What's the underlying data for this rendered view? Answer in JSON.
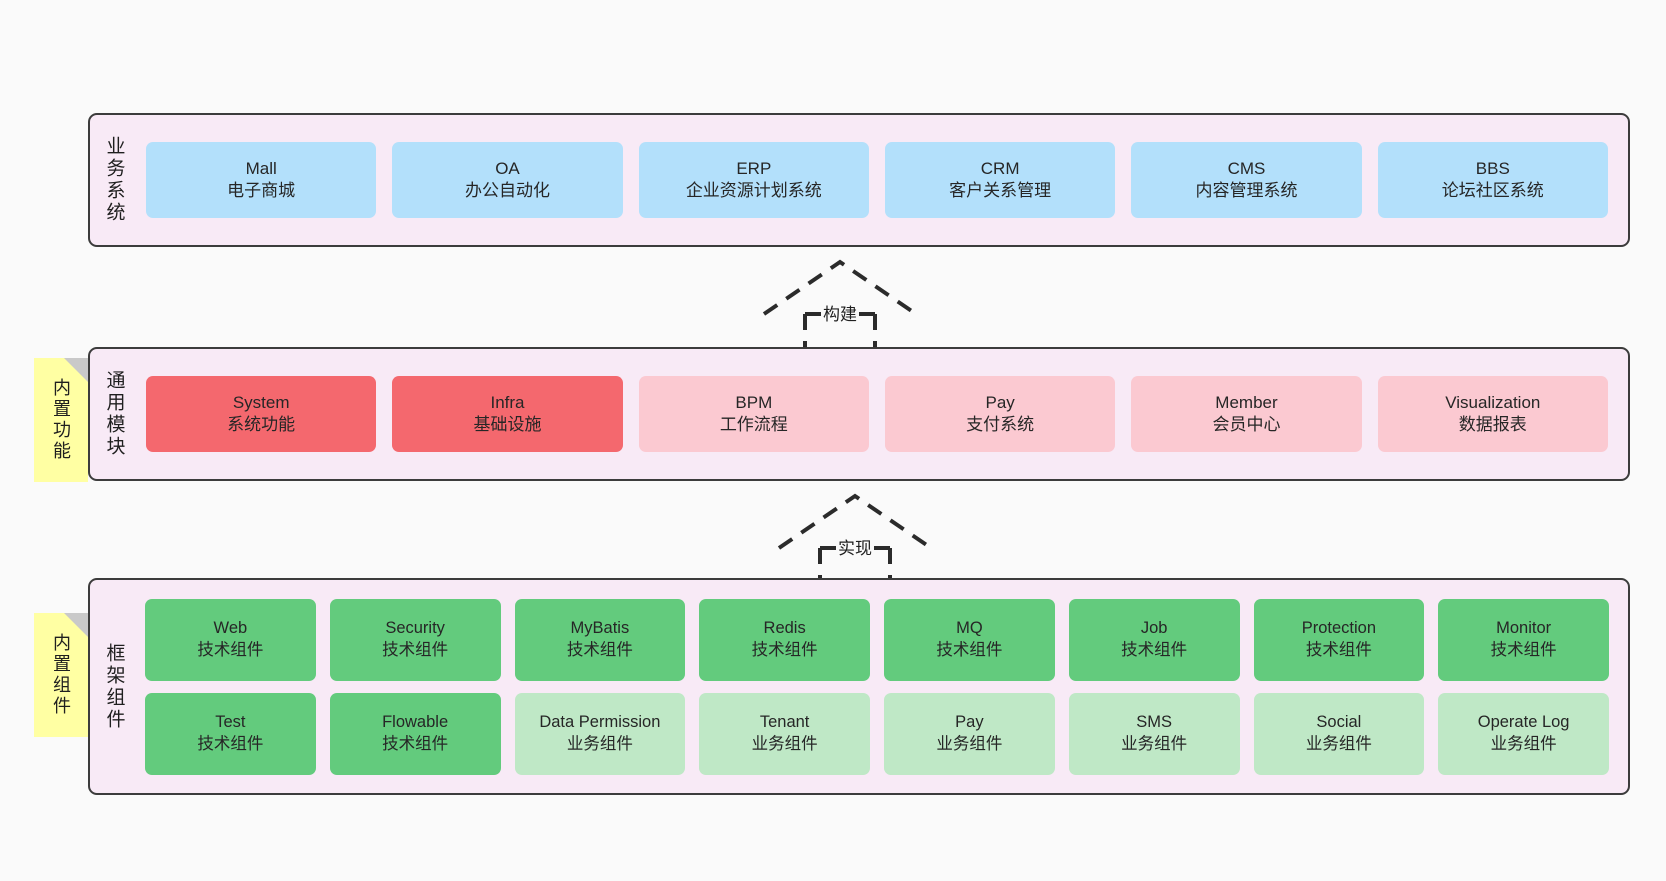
{
  "layers": [
    {
      "id": "business-system",
      "label": "业务系统",
      "nodes": [
        {
          "name": "Mall",
          "sub": "电子商城"
        },
        {
          "name": "OA",
          "sub": "办公自动化"
        },
        {
          "name": "ERP",
          "sub": "企业资源计划系统"
        },
        {
          "name": "CRM",
          "sub": "客户关系管理"
        },
        {
          "name": "CMS",
          "sub": "内容管理系统"
        },
        {
          "name": "BBS",
          "sub": "论坛社区系统"
        }
      ]
    },
    {
      "id": "common-modules",
      "label": "通用模块",
      "nodes": [
        {
          "name": "System",
          "sub": "系统功能"
        },
        {
          "name": "Infra",
          "sub": "基础设施"
        },
        {
          "name": "BPM",
          "sub": "工作流程"
        },
        {
          "name": "Pay",
          "sub": "支付系统"
        },
        {
          "name": "Member",
          "sub": "会员中心"
        },
        {
          "name": "Visualization",
          "sub": "数据报表"
        }
      ]
    },
    {
      "id": "framework-components",
      "label": "框架组件",
      "rows": [
        [
          {
            "name": "Web",
            "sub": "技术组件"
          },
          {
            "name": "Security",
            "sub": "技术组件"
          },
          {
            "name": "MyBatis",
            "sub": "技术组件"
          },
          {
            "name": "Redis",
            "sub": "技术组件"
          },
          {
            "name": "MQ",
            "sub": "技术组件"
          },
          {
            "name": "Job",
            "sub": "技术组件"
          },
          {
            "name": "Protection",
            "sub": "技术组件"
          },
          {
            "name": "Monitor",
            "sub": "技术组件"
          }
        ],
        [
          {
            "name": "Test",
            "sub": "技术组件"
          },
          {
            "name": "Flowable",
            "sub": "技术组件"
          },
          {
            "name": "Data Permission",
            "sub": "业务组件"
          },
          {
            "name": "Tenant",
            "sub": "业务组件"
          },
          {
            "name": "Pay",
            "sub": "业务组件"
          },
          {
            "name": "SMS",
            "sub": "业务组件"
          },
          {
            "name": "Social",
            "sub": "业务组件"
          },
          {
            "name": "Operate Log",
            "sub": "业务组件"
          }
        ]
      ]
    }
  ],
  "stickies": [
    {
      "id": "builtin-functions",
      "label": "内置功能"
    },
    {
      "id": "builtin-components",
      "label": "内置组件"
    }
  ],
  "arrows": [
    {
      "id": "build",
      "label": "构建"
    },
    {
      "id": "implement",
      "label": "实现"
    }
  ],
  "colors": {
    "panel_bg": "#f8eaf6",
    "panel_border": "#3c3c3c",
    "business_node": "#b3e0fb",
    "module_active": "#f4686e",
    "module_inactive": "#fbc9d1",
    "tech_component": "#63cb7d",
    "business_component": "#bfe8c6",
    "sticky_bg": "#ffffa3",
    "sticky_fold": "#c9c9c9",
    "canvas_bg": "#fafafa"
  }
}
